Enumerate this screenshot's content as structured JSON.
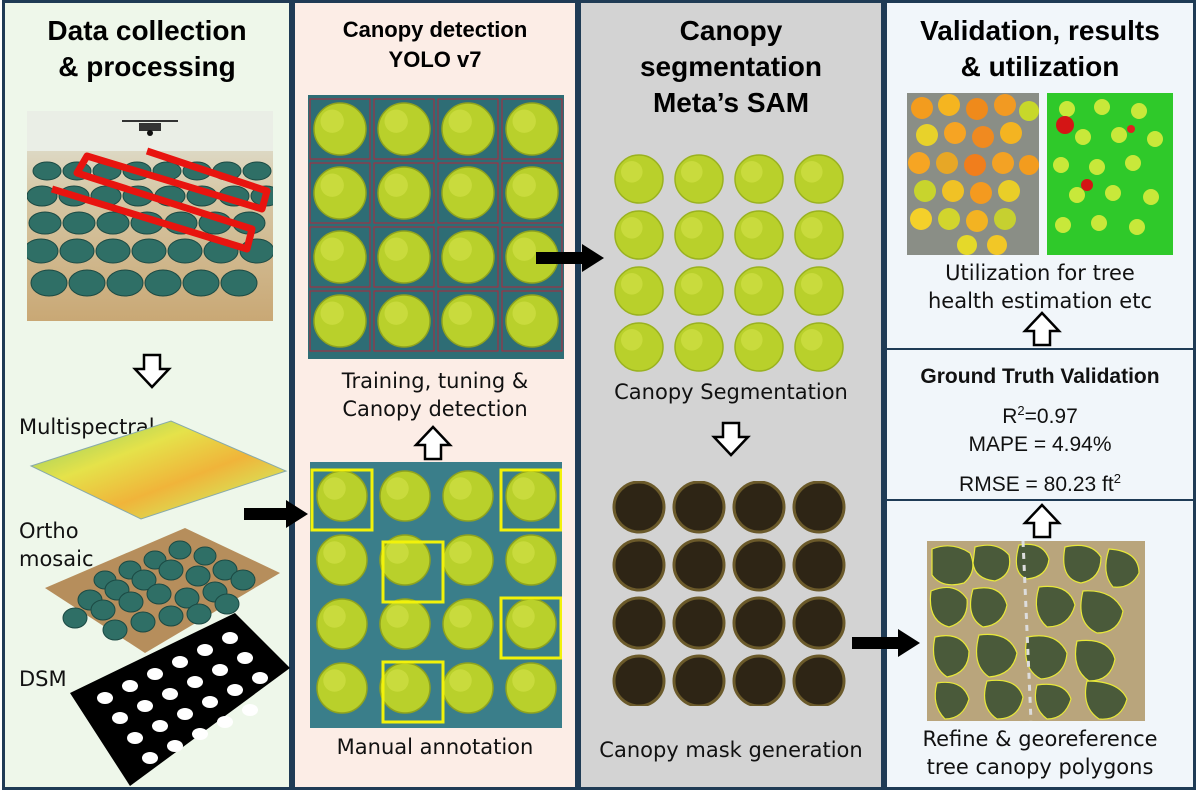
{
  "columns": {
    "col1": {
      "title_line1": "Data collection",
      "title_line2": "& processing",
      "layer_multispectral": "Multispectral",
      "layer_ortho_line1": "Ortho",
      "layer_ortho_line2": "mosaic",
      "layer_dsm": "DSM"
    },
    "col2": {
      "title_line1": "Canopy detection",
      "title_line2": "YOLO v7",
      "training_line1": "Training, tuning &",
      "training_line2": "Canopy detection",
      "manual": "Manual annotation"
    },
    "col3": {
      "title_line1": "Canopy",
      "title_line2": "segmentation",
      "title_line3": "Meta’s SAM",
      "segmentation": "Canopy Segmentation",
      "mask": "Canopy mask generation"
    },
    "col4": {
      "title_line1": "Validation, results",
      "title_line2": "& utilization",
      "util_line1": "Utilization for tree",
      "util_line2": "health estimation etc",
      "gt_title": "Ground Truth Validation",
      "r2_prefix": "R",
      "r2_sup": "2",
      "r2_value": "=0.97",
      "mape": "MAPE = 4.94%",
      "rmse_prefix": "RMSE = 80.23 ft",
      "rmse_sup": "2",
      "refine_line1": "Refine & georeference",
      "refine_line2": "tree canopy polygons"
    }
  },
  "colors": {
    "border": "#1f3b55",
    "col1_bg": "#eef7ea",
    "col2_bg": "#fcede6",
    "col3_bg": "#d3d3d3",
    "col4_bg": "#f1f6fa",
    "canopy_green": "#b9d02b",
    "annotation_yellow": "#f2f20a",
    "flight_path_red": "#e8140f"
  }
}
